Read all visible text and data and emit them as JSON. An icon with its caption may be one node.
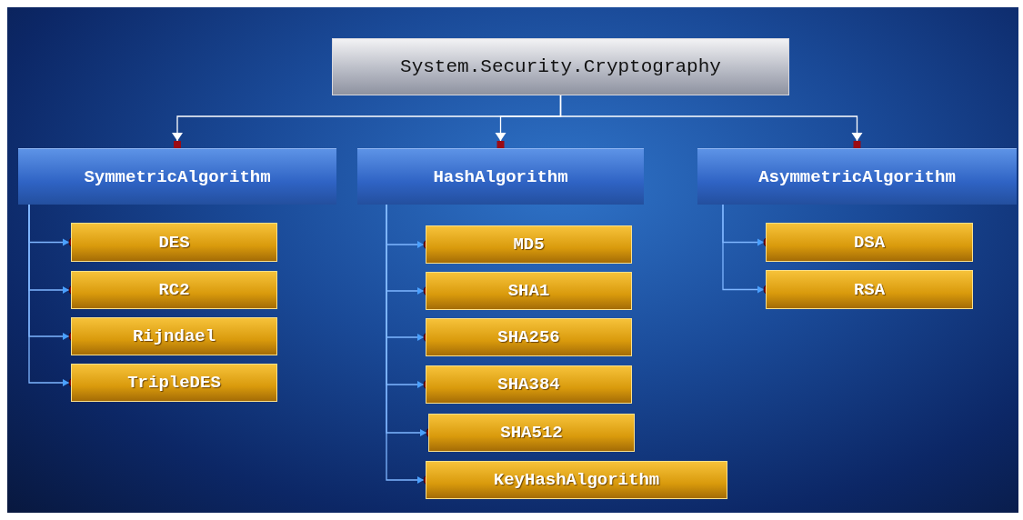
{
  "diagram": {
    "nodes": [
      {
        "text": [
          "System.Security.Cryptography"
        ]
      },
      {
        "text": [
          "SymmetricAlgorithm"
        ]
      },
      {
        "text": [
          "HashAlgorithm"
        ]
      },
      {
        "text": [
          "AsymmetricAlgorithm"
        ]
      },
      {
        "text": [
          "DES"
        ]
      },
      {
        "text": [
          "RC2"
        ]
      },
      {
        "text": [
          "Rijndael"
        ]
      },
      {
        "text": [
          "TripleDES"
        ]
      },
      {
        "text": [
          "MD5"
        ]
      },
      {
        "text": [
          "SHA1"
        ]
      },
      {
        "text": [
          "SHA256"
        ]
      },
      {
        "text": [
          "SHA384"
        ]
      },
      {
        "text": [
          "SHA512"
        ]
      },
      {
        "text": [
          "KeyHashAlgorithm"
        ]
      },
      {
        "text": [
          "DSA"
        ]
      },
      {
        "text": [
          "RSA"
        ]
      }
    ],
    "edges": [
      {
        "from": 0,
        "to": 1,
        "arrow": "to",
        "color": "#ffffff"
      },
      {
        "from": 0,
        "to": 2,
        "arrow": "to",
        "color": "#ffffff"
      },
      {
        "from": 0,
        "to": 3,
        "arrow": "to",
        "color": "#ffffff"
      },
      {
        "from": 1,
        "to": 4,
        "arrow": "to"
      },
      {
        "from": 1,
        "to": 5,
        "arrow": "to"
      },
      {
        "from": 1,
        "to": 6,
        "arrow": "to"
      },
      {
        "from": 1,
        "to": 7,
        "arrow": "to"
      },
      {
        "from": 2,
        "to": 8,
        "arrow": "to"
      },
      {
        "from": 2,
        "to": 9,
        "arrow": "to"
      },
      {
        "from": 2,
        "to": 10,
        "arrow": "to"
      },
      {
        "from": 2,
        "to": 11,
        "arrow": "to"
      },
      {
        "from": 2,
        "to": 12,
        "arrow": "to"
      },
      {
        "from": 2,
        "to": 13,
        "arrow": "to"
      },
      {
        "from": 3,
        "to": 14,
        "arrow": "to"
      },
      {
        "from": 3,
        "to": 15,
        "arrow": "to"
      }
    ]
  }
}
